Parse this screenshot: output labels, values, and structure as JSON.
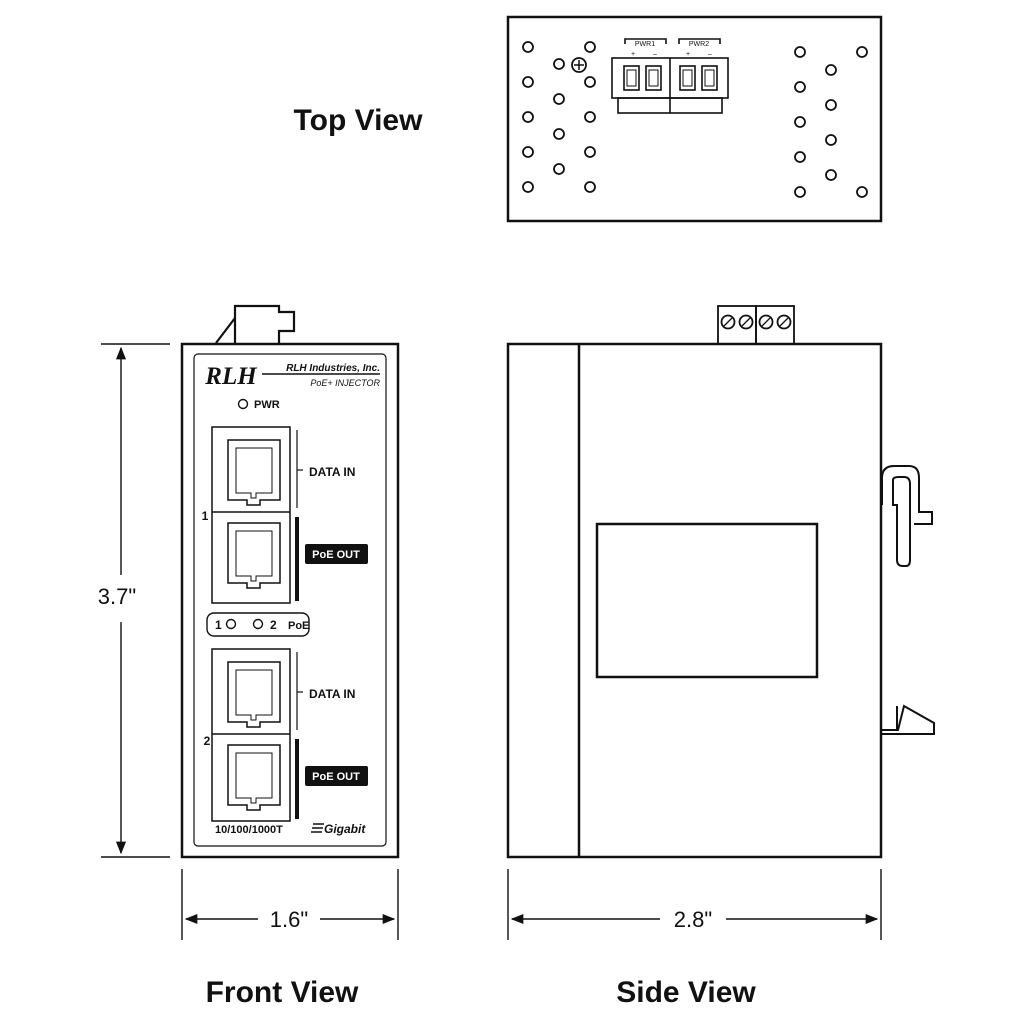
{
  "titles": {
    "top_view": "Top View",
    "front_view": "Front View",
    "side_view": "Side View"
  },
  "dimensions": {
    "height": "3.7\"",
    "width": "1.6\"",
    "depth": "2.8\""
  },
  "top_panel": {
    "pwr1": "PWR1",
    "pwr2": "PWR2",
    "plus": "+",
    "minus": "–"
  },
  "front_panel": {
    "brand_logo": "RLH",
    "company": "RLH Industries, Inc.",
    "product": "PoE+ INJECTOR",
    "pwr_led": "PWR",
    "port_group_1": "1",
    "port_group_2": "2",
    "data_in_1": "DATA IN",
    "poe_out_1": "PoE OUT",
    "data_in_2": "DATA IN",
    "poe_out_2": "PoE OUT",
    "poe_led_1": "1",
    "poe_led_2": "2",
    "poe_led_label": "PoE",
    "speed": "10/100/1000T",
    "gigabit": "Gigabit"
  }
}
